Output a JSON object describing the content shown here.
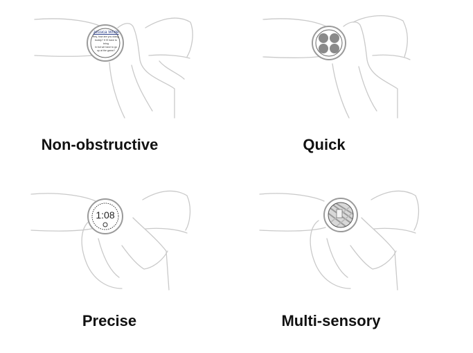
{
  "panels": [
    {
      "caption": "Non-obstructive",
      "screen": {
        "sender": "Jessica White",
        "message_lines": [
          "Hey, how are you doing,",
          "buddy? If I'll have to bring",
          "in but we have to go",
          "up at the game?"
        ]
      }
    },
    {
      "caption": "Quick",
      "screen": {
        "icon_grid": "four-app-icons"
      }
    },
    {
      "caption": "Precise",
      "screen": {
        "time": "1:08"
      }
    },
    {
      "caption": "Multi-sensory",
      "screen": {
        "texture": "tactile-texture-icon"
      }
    }
  ]
}
